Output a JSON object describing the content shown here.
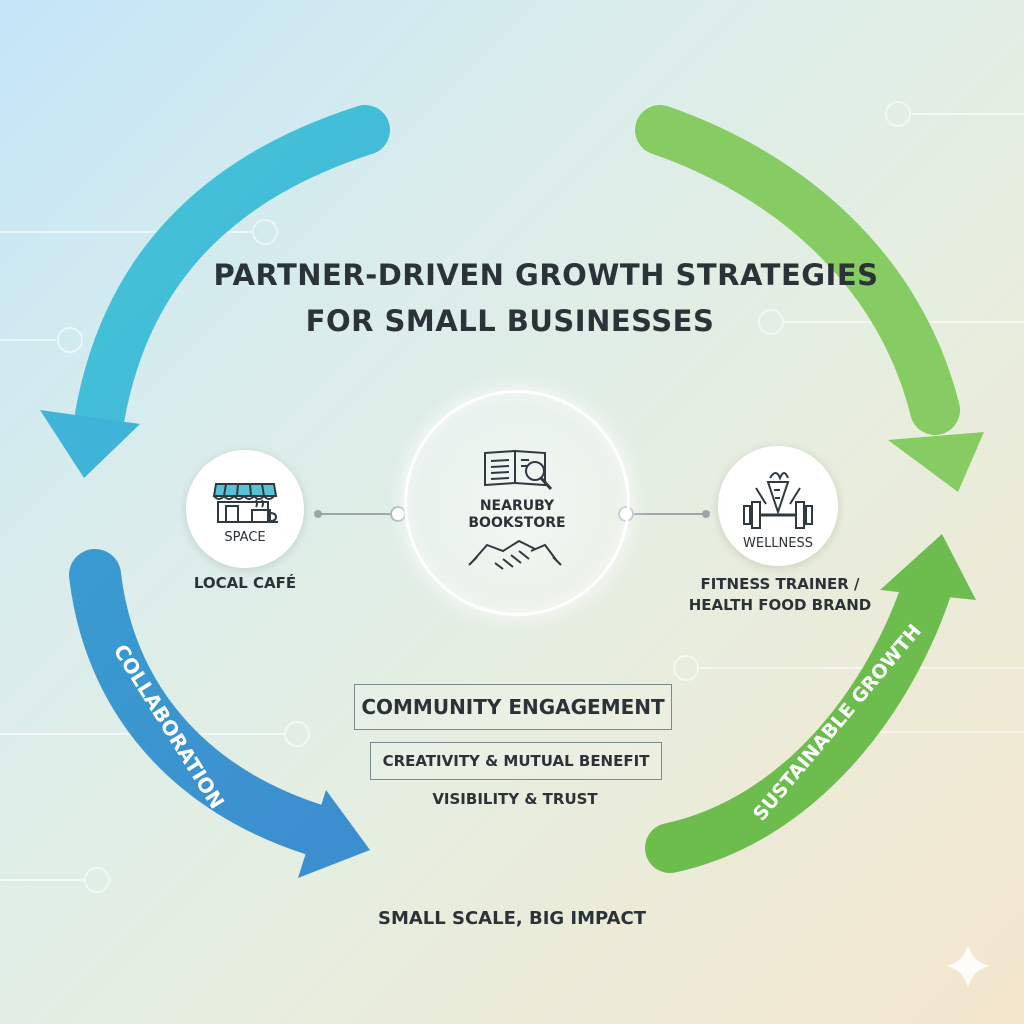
{
  "title": {
    "line1": "PARTNER-DRIVEN GROWTH STRATEGIES",
    "line2": "FOR SMALL BUSINESSES"
  },
  "center": {
    "line1": "NEARUBY",
    "line2": "BOOKSTORE",
    "icons": [
      "book-magnifier-icon",
      "handshake-icon"
    ]
  },
  "left_partner": {
    "badge": "SPACE",
    "caption": "LOCAL CAFÉ",
    "icon": "storefront-cafe-icon"
  },
  "right_partner": {
    "badge": "WELLNESS",
    "caption_line1": "FITNESS TRAINER /",
    "caption_line2": "HEALTH FOOD BRAND",
    "icon": "carrot-dumbbell-icon"
  },
  "arrows": {
    "left_label": "COLLABORATION",
    "right_label": "SUSTAINABLE GROWTH",
    "colors": {
      "cyan": "#45bdd6",
      "blue": "#3a8fcb",
      "green_light": "#86cc63",
      "green": "#6cbd4d"
    }
  },
  "benefits": {
    "primary": "COMMUNITY ENGAGEMENT",
    "secondary": "CREATIVITY & MUTUAL BENEFIT",
    "tertiary": "VISIBILITY & TRUST"
  },
  "footer": "SMALL SCALE, BIG IMPACT"
}
